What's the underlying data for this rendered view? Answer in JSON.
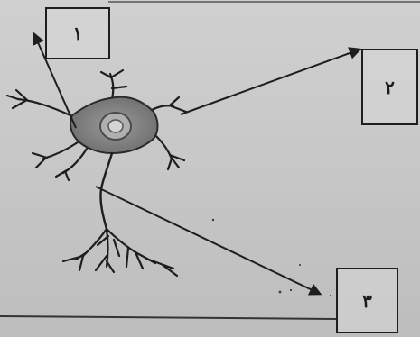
{
  "labels": {
    "box1": "١",
    "box2": "٢",
    "box3": "٣"
  },
  "colors": {
    "ink": "#1e1e1e",
    "cell_body": "#8a8a8a",
    "paper": "#c9c9c9"
  }
}
